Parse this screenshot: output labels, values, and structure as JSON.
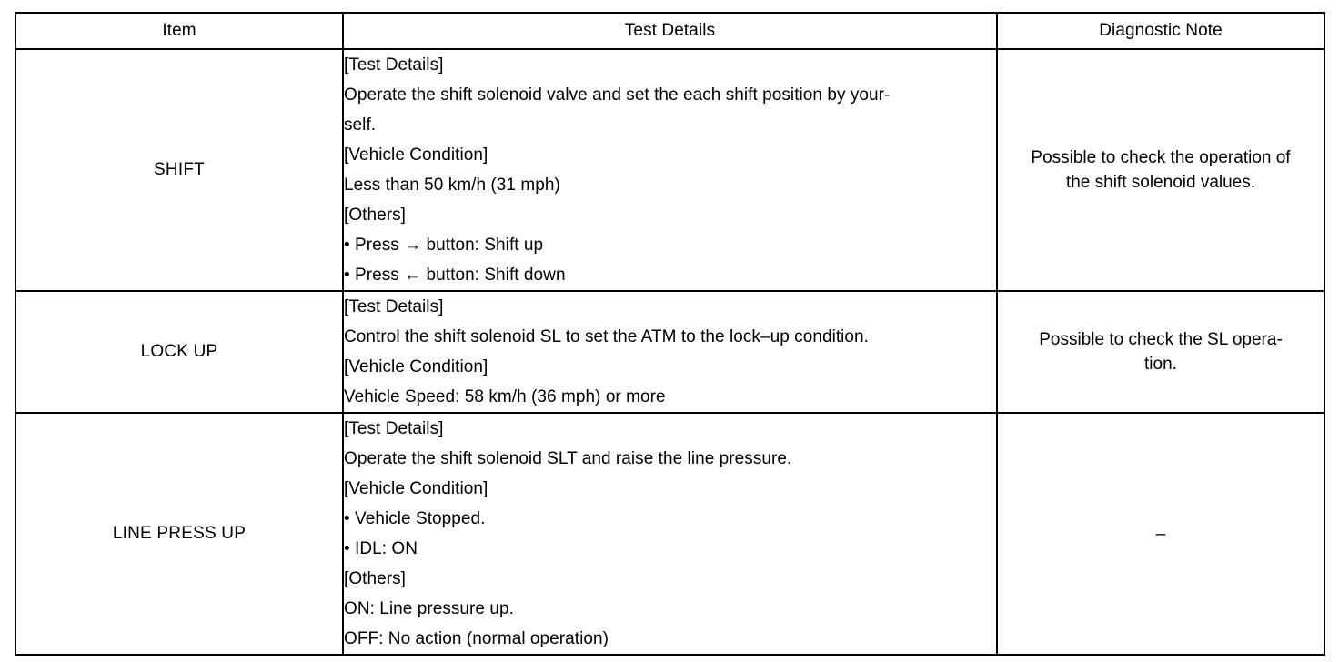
{
  "table": {
    "columns": [
      {
        "key": "item",
        "label": "Item"
      },
      {
        "key": "test_details",
        "label": "Test Details"
      },
      {
        "key": "diagnostic_note",
        "label": "Diagnostic Note"
      }
    ],
    "rows": [
      {
        "item": "SHIFT",
        "test_details": [
          "[Test Details]",
          "Operate the shift solenoid valve and set the each shift position by your-",
          "self.",
          "[Vehicle Condition]",
          "Less than 50 km/h (31 mph)",
          "[Others]",
          "• Press → button: Shift up",
          "• Press ← button: Shift down"
        ],
        "diagnostic_note": [
          "Possible to check the operation of",
          "the shift solenoid values."
        ]
      },
      {
        "item": "LOCK UP",
        "test_details": [
          "[Test Details]",
          "Control the shift solenoid SL to set the ATM to the lock–up condition.",
          "[Vehicle Condition]",
          "Vehicle Speed: 58 km/h (36 mph) or more"
        ],
        "diagnostic_note": [
          "Possible to check the SL opera-",
          "tion."
        ]
      },
      {
        "item": "LINE PRESS UP",
        "test_details": [
          "[Test Details]",
          "Operate the shift solenoid SLT and raise the line pressure.",
          "[Vehicle Condition]",
          "• Vehicle Stopped.",
          "• IDL: ON",
          "[Others]",
          "ON: Line pressure up.",
          "OFF: No action (normal operation)"
        ],
        "diagnostic_note": [
          "–"
        ]
      }
    ]
  },
  "colors": {
    "border": "#000000",
    "text": "#000000",
    "background": "#ffffff"
  }
}
